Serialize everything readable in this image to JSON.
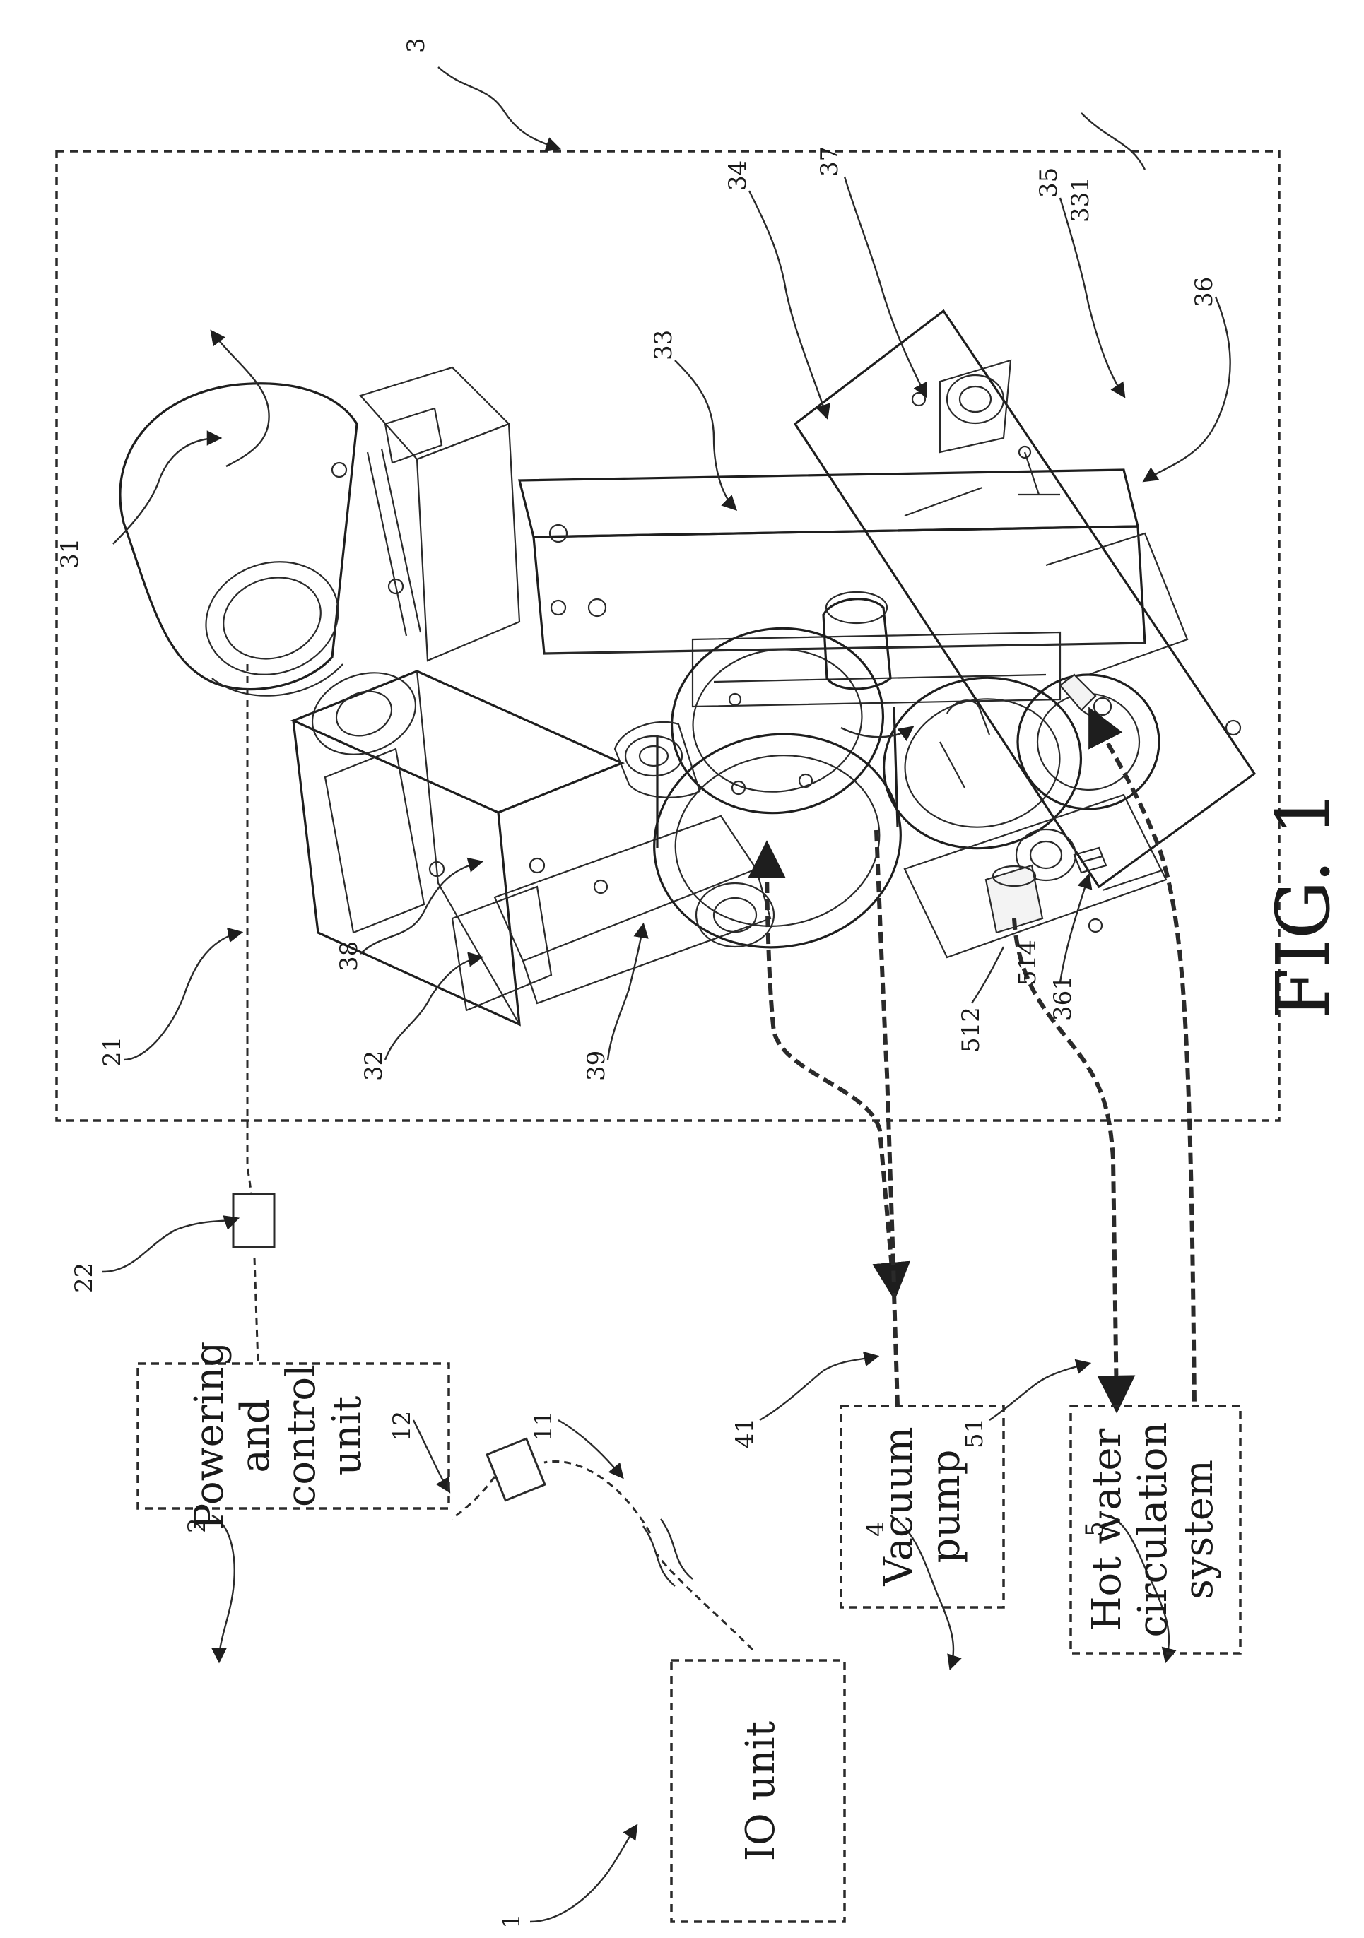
{
  "figure": {
    "title": "FIG. 1"
  },
  "boxes": {
    "io_unit": "IO unit",
    "powering_control": [
      "Powering",
      "and",
      "control",
      "unit"
    ],
    "vacuum_pump": [
      "Vacuum",
      "pump"
    ],
    "hot_water": [
      "Hot water",
      "circulation",
      "system"
    ]
  },
  "refs": {
    "r1": "1",
    "r2": "2",
    "r3": "3",
    "r4": "4",
    "r5": "5",
    "r11": "11",
    "r12": "12",
    "r21": "21",
    "r22": "22",
    "r31": "31",
    "r32": "32",
    "r33": "33",
    "r34": "34",
    "r35": "35",
    "r36": "36",
    "r37": "37",
    "r38": "38",
    "r39": "39",
    "r41": "41",
    "r51": "51",
    "r331": "331",
    "r361": "361",
    "r512": "512",
    "r514": "514"
  }
}
